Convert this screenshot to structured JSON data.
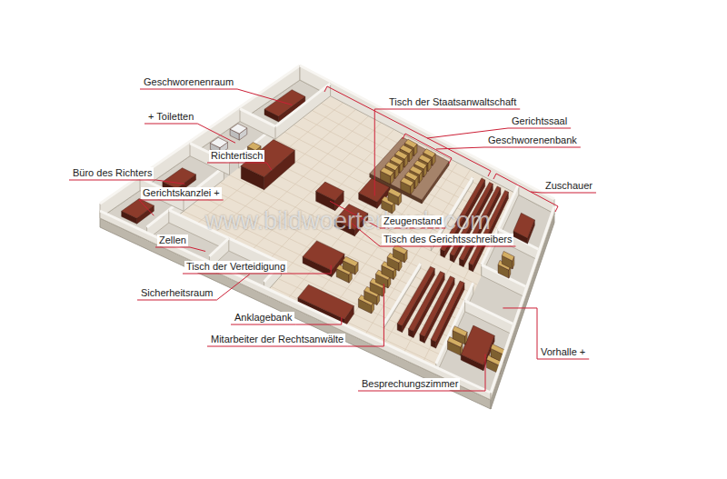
{
  "diagram": {
    "labels": [
      "Geschworenenraum",
      "Tisch der Staatsanwaltschaft",
      "+ Toiletten",
      "Gerichtssaal",
      "Geschworenenbank",
      "Richtertisch",
      "Büro des Richters",
      "Zuschauer",
      "Gerichtskanzlei +",
      "Zeugenstand",
      "Zellen",
      "Tisch des Gerichtsschreibers",
      "Tisch der Verteidigung",
      "Sicherheitsraum",
      "Anklagebank",
      "Vorhalle +",
      "Mitarbeiter der Rechtsanwälte",
      "Besprechungszimmer",
      "www.bildwoerterbuch.com"
    ]
  }
}
